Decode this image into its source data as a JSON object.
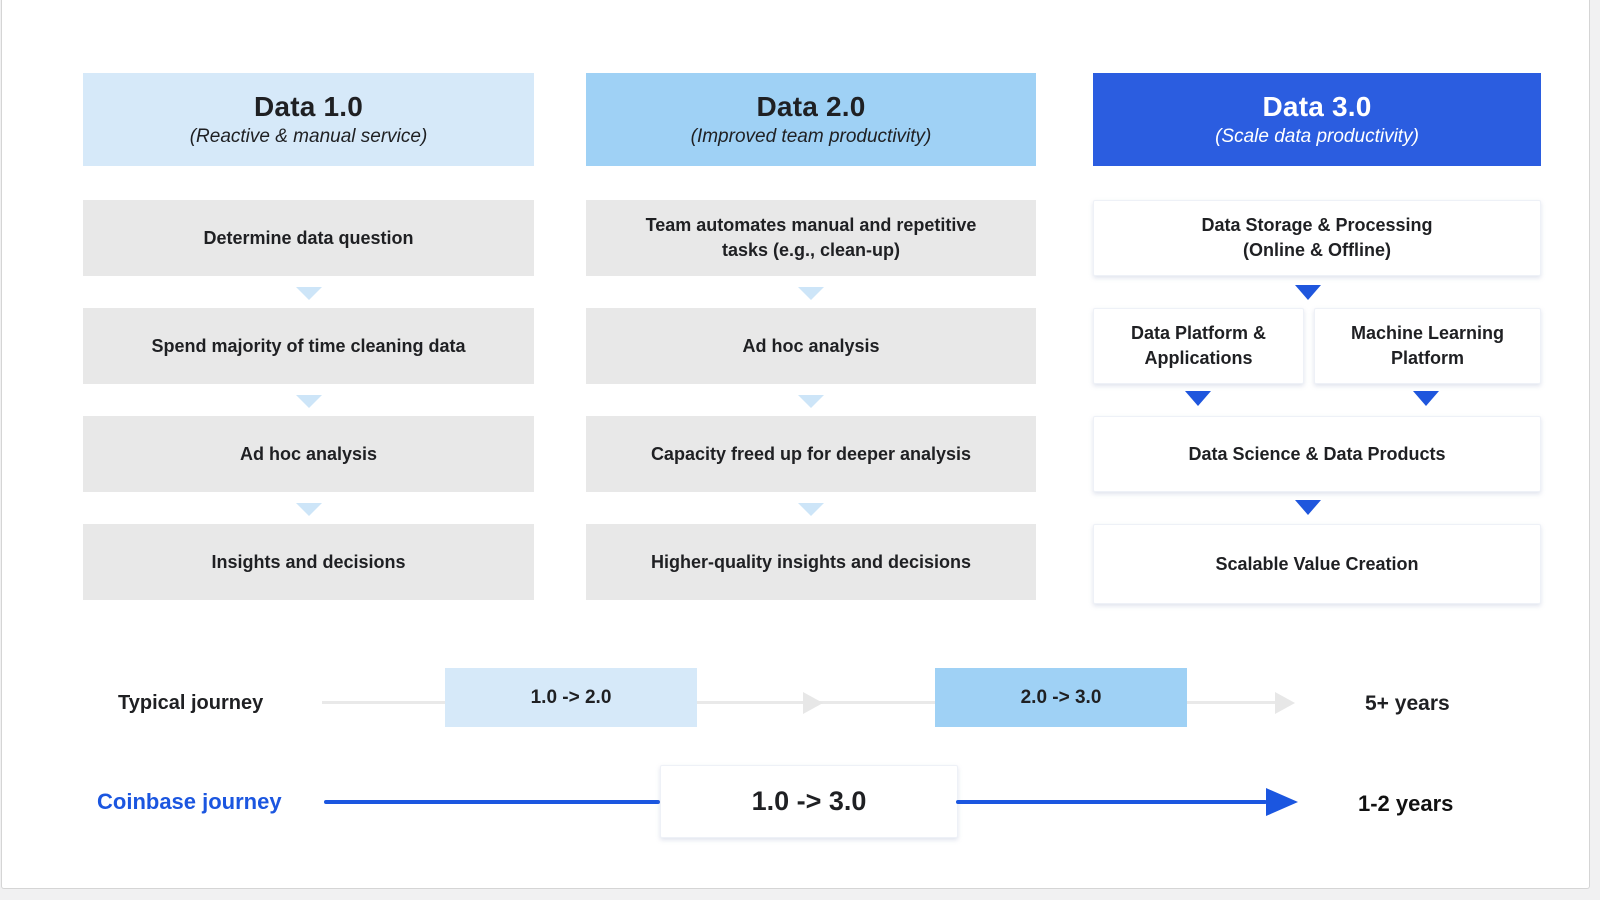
{
  "page": {
    "background": "#f1f1f2",
    "card_background": "#ffffff",
    "card_border": "#d5d5d5"
  },
  "colors": {
    "header_data1_bg": "#d6e9f9",
    "header_data2_bg": "#9fd1f5",
    "header_data3_bg": "#2b5de0",
    "gray_box_bg": "#e8e8e8",
    "light_arrow": "#cde5f8",
    "blue_arrow": "#1f56dd",
    "coinbase_blue": "#1b56e0",
    "gray_line": "#e9e9e9"
  },
  "columns": [
    {
      "title": "Data 1.0",
      "subtitle": "(Reactive & manual service)",
      "steps": [
        "Determine data question",
        "Spend majority of time cleaning data",
        "Ad hoc analysis",
        "Insights and decisions"
      ]
    },
    {
      "title": "Data 2.0",
      "subtitle": "(Improved team productivity)",
      "steps": [
        "Team automates manual and repetitive\ntasks (e.g., clean-up)",
        "Ad hoc analysis",
        "Capacity freed up for deeper analysis",
        "Higher-quality insights and decisions"
      ]
    },
    {
      "title": "Data 3.0",
      "subtitle": "(Scale data productivity)",
      "steps": [
        "Data Storage & Processing\n(Online & Offline)",
        "Data Platform &\nApplications",
        "Machine Learning\nPlatform",
        "Data Science & Data Products",
        "Scalable Value Creation"
      ]
    }
  ],
  "journeys": {
    "typical": {
      "label": "Typical journey",
      "segment1": "1.0 -> 2.0",
      "segment2": "2.0 -> 3.0",
      "duration": "5+ years"
    },
    "coinbase": {
      "label": "Coinbase journey",
      "segment": "1.0 -> 3.0",
      "duration": "1-2 years"
    }
  }
}
